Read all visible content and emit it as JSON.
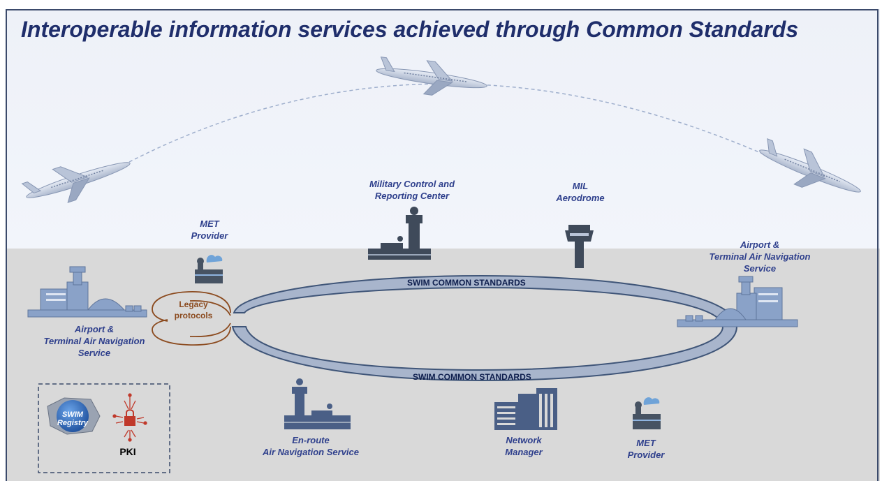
{
  "title": "Interoperable information services achieved through Common Standards",
  "ring_labels": {
    "top": "SWIM COMMON STANDARDS",
    "bottom": "SWIM COMMON STANDARDS"
  },
  "legacy": {
    "line1": "Legacy",
    "line2": "protocols"
  },
  "nodes": {
    "met_provider_top": {
      "line1": "MET",
      "line2": "Provider"
    },
    "military_center": {
      "line1": "Military Control and",
      "line2": "Reporting Center"
    },
    "mil_aerodrome": {
      "line1": "MIL",
      "line2": "Aerodrome"
    },
    "airport_left": {
      "line1": "Airport &",
      "line2": "Terminal Air Navigation",
      "line3": "Service"
    },
    "airport_right": {
      "line1": "Airport &",
      "line2": "Terminal Air Navigation",
      "line3": "Service"
    },
    "enroute": {
      "line1": "En-route",
      "line2": "Air Navigation Service"
    },
    "network_manager": {
      "line1": "Network",
      "line2": "Manager"
    },
    "met_provider_bottom": {
      "line1": "MET",
      "line2": "Provider"
    }
  },
  "registry": {
    "line1": "SWIM",
    "line2": "Registry"
  },
  "pki": "PKI",
  "colors": {
    "title": "#1f2e6b",
    "node_text": "#2e3f8c",
    "ring_fill": "#a8b5cc",
    "ring_stroke": "#3f5578",
    "legacy": "#8b4a1e",
    "ground": "#d9d9d9",
    "sky": "#eef1f8",
    "icon": "#475363"
  }
}
